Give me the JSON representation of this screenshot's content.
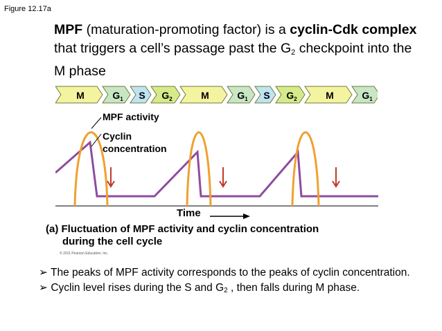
{
  "figure_label": "Figure 12.17a",
  "title": {
    "part1_bold": "MPF",
    "part2": " (maturation-promoting factor) is a ",
    "part3_bold": "cyclin-Cdk complex",
    "part4": " that triggers a cell’s passage past the G",
    "part4_sub": "2",
    "part5": " checkpoint into the M phase"
  },
  "phases": [
    {
      "label": "M",
      "sub": "",
      "type": "M"
    },
    {
      "label": "G",
      "sub": "1",
      "type": "G1"
    },
    {
      "label": "S",
      "sub": "",
      "type": "S"
    },
    {
      "label": "G",
      "sub": "2",
      "type": "G2"
    },
    {
      "label": "M",
      "sub": "",
      "type": "M"
    },
    {
      "label": "G",
      "sub": "1",
      "type": "G1"
    },
    {
      "label": "S",
      "sub": "",
      "type": "S"
    },
    {
      "label": "G",
      "sub": "2",
      "type": "G2"
    },
    {
      "label": "M",
      "sub": "",
      "type": "M"
    },
    {
      "label": "G",
      "sub": "1",
      "type": "G1"
    }
  ],
  "legend": {
    "mpf_label": "MPF activity",
    "cyclin_label_line1": "Cyclin",
    "cyclin_label_line2": "concentration"
  },
  "axis": {
    "x_label": "Time"
  },
  "caption": {
    "line1": "(a) Fluctuation of MPF activity and cyclin concentration",
    "line2": "during the cell cycle"
  },
  "copyright": "© 2011 Pearson Education, Inc.",
  "bullets": {
    "b1": "The peaks of MPF activity corresponds to the peaks of cyclin concentration.",
    "b2_part1": "Cyclin level rises during the S and G",
    "b2_sub": "2",
    "b2_part2": " , then falls during M phase."
  },
  "colors": {
    "mpf_curve": "#f0a030",
    "cyclin_curve": "#8e4ca0",
    "arrow": "#c0392b",
    "M_phase": "#f4f4a0",
    "G1_phase": "#c8e6c4",
    "S_phase": "#bfe3f2",
    "G2_phase": "#d6ea8a"
  }
}
